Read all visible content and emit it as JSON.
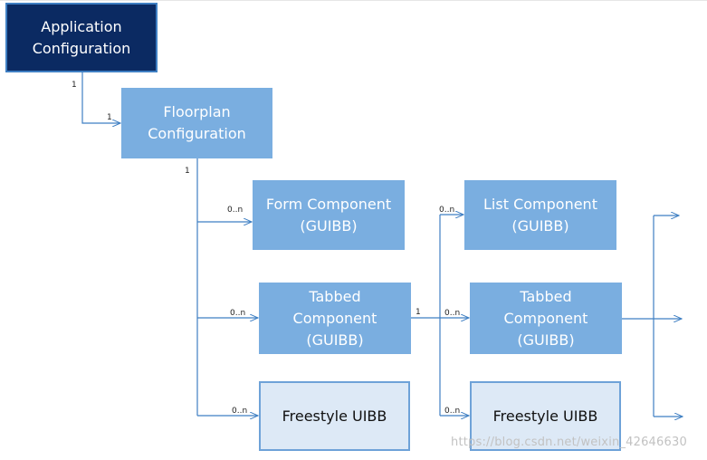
{
  "nodes": {
    "application_configuration": "Application\nConfiguration",
    "floorplan_configuration": "Floorplan\nConfiguration",
    "form_component": "Form Component\n(GUIBB)",
    "tabbed_component_1": "Tabbed\nComponent\n(GUIBB)",
    "freestyle_uibb_1": "Freestyle UIBB",
    "list_component": "List Component\n(GUIBB)",
    "tabbed_component_2": "Tabbed\nComponent\n(GUIBB)",
    "freestyle_uibb_2": "Freestyle UIBB"
  },
  "multiplicities": {
    "app_source": "1",
    "floorplan_target": "1",
    "floorplan_source": "1",
    "form_target": "0..n",
    "tabbed1_target": "0..n",
    "freestyle1_target": "0..n",
    "tabbed1_source": "1",
    "list_target": "0..n",
    "tabbed2_target": "0..n",
    "freestyle2_target": "0..n"
  },
  "colors": {
    "root_fill": "#0b2a62",
    "component_fill": "#7aaee0",
    "freestyle_fill": "#dde9f6",
    "connector": "#3f7fc3"
  },
  "watermark": "https://blog.csdn.net/weixin_42646630"
}
